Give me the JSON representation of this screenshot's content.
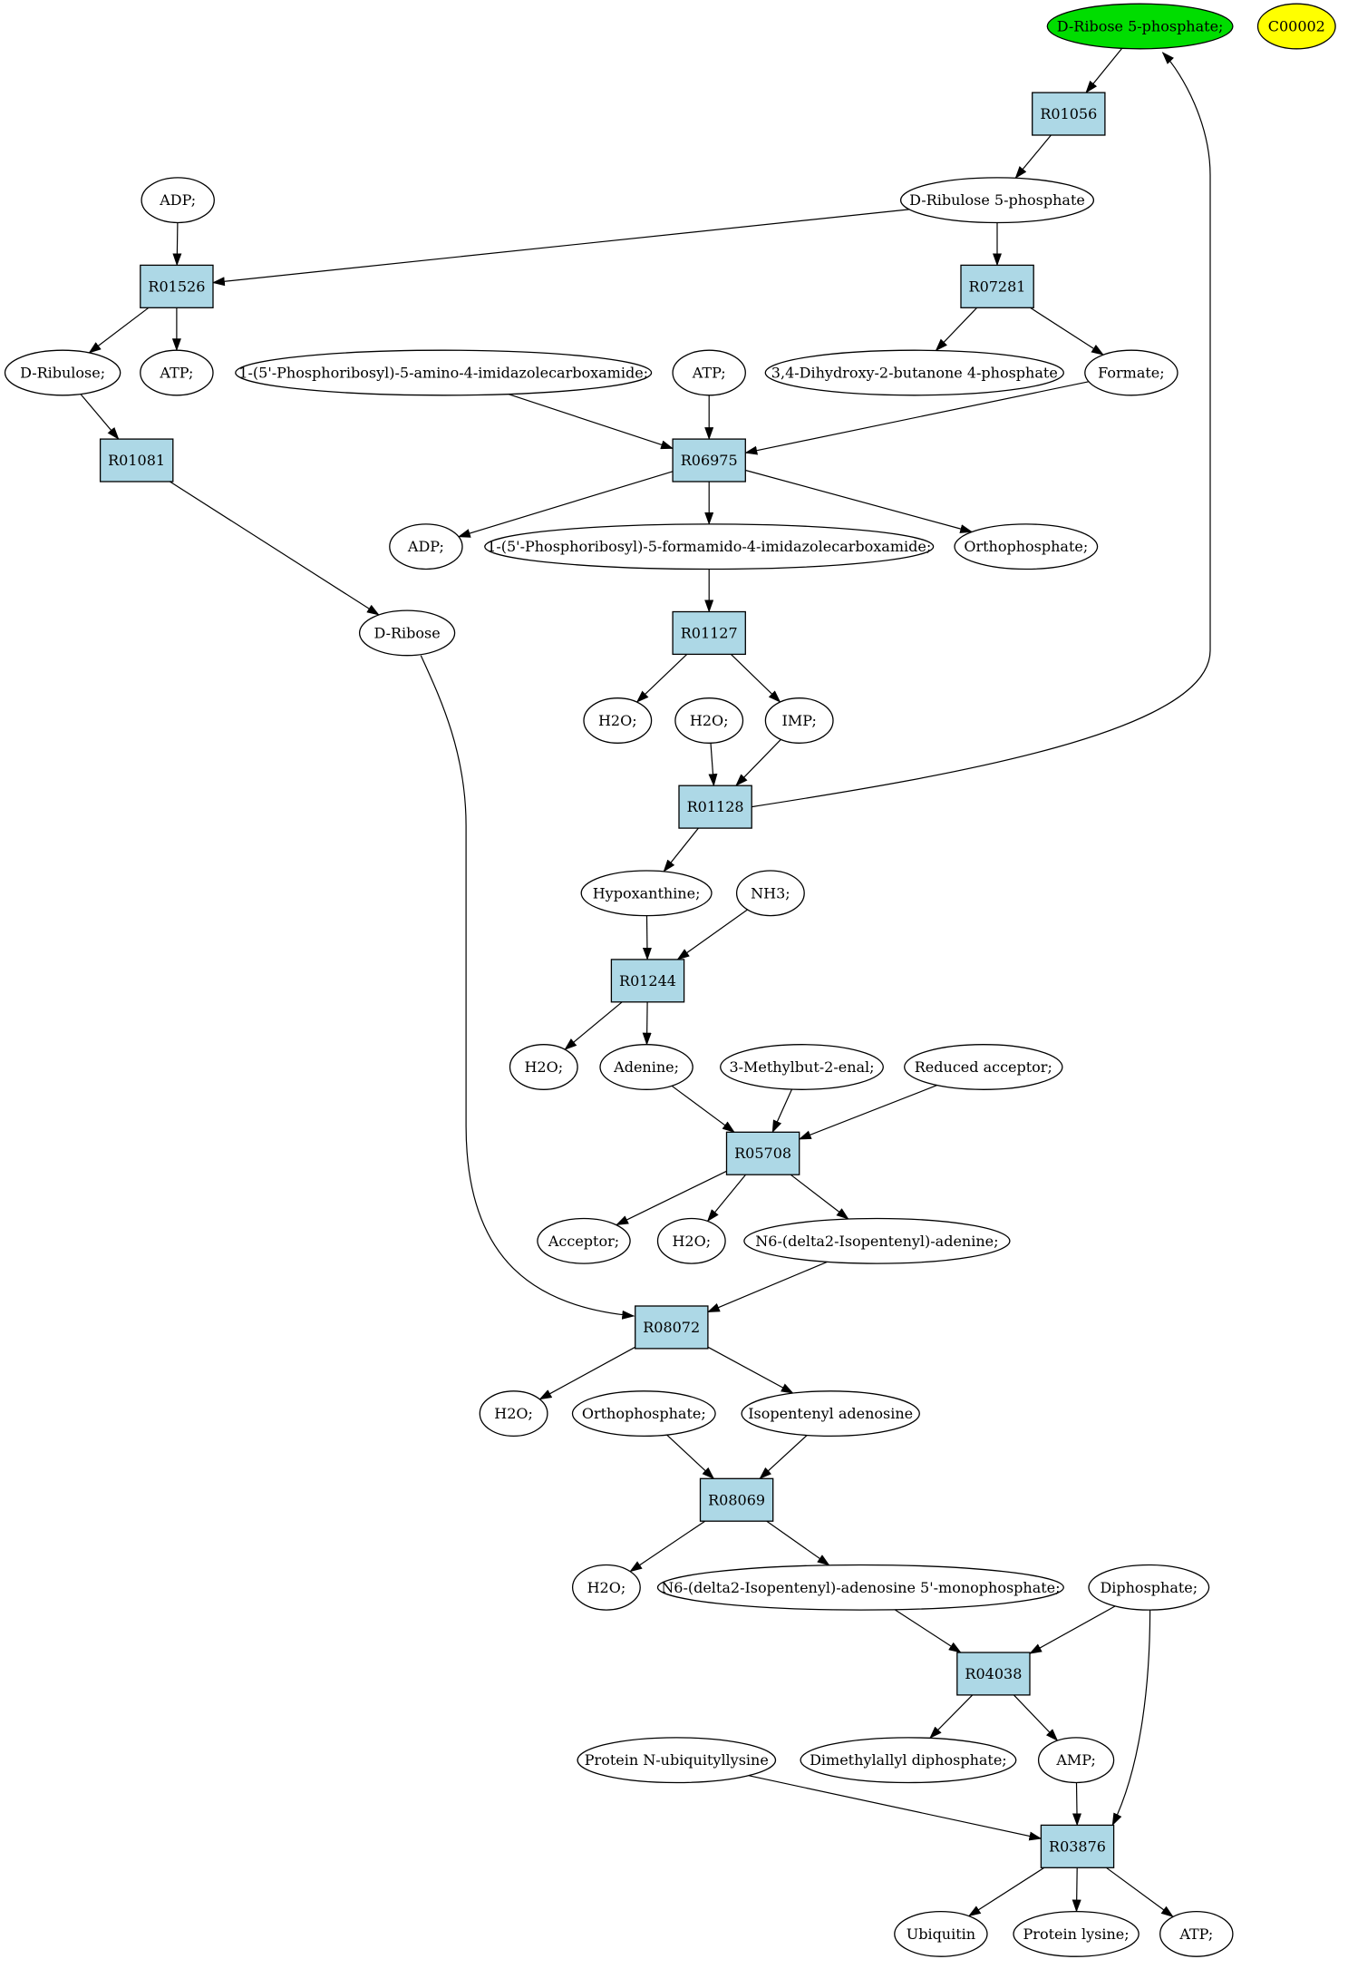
{
  "colors": {
    "reaction": "#add8e6",
    "start_compound": "#00dd00",
    "legend_compound": "#ffff00",
    "compound": "#ffffff",
    "line": "#000000"
  },
  "nodes": [
    {
      "id": "c_r5p",
      "kind": "start",
      "label": "D-Ribose 5-phosphate;"
    },
    {
      "id": "c_legend",
      "kind": "legend",
      "label": "C00002"
    },
    {
      "id": "R01056",
      "kind": "reaction",
      "label": "R01056"
    },
    {
      "id": "c_adp1",
      "kind": "compound",
      "label": "ADP;"
    },
    {
      "id": "c_ru5p",
      "kind": "compound",
      "label": "D-Ribulose 5-phosphate"
    },
    {
      "id": "R01526",
      "kind": "reaction",
      "label": "R01526"
    },
    {
      "id": "R07281",
      "kind": "reaction",
      "label": "R07281"
    },
    {
      "id": "c_dribulose",
      "kind": "compound",
      "label": "D-Ribulose;"
    },
    {
      "id": "c_atp1",
      "kind": "compound",
      "label": "ATP;"
    },
    {
      "id": "c_aicar",
      "kind": "compound",
      "label": "1-(5'-Phosphoribosyl)-5-amino-4-imidazolecarboxamide;"
    },
    {
      "id": "c_atp2",
      "kind": "compound",
      "label": "ATP;"
    },
    {
      "id": "c_dhbp",
      "kind": "compound",
      "label": "3,4-Dihydroxy-2-butanone 4-phosphate"
    },
    {
      "id": "c_formate",
      "kind": "compound",
      "label": "Formate;"
    },
    {
      "id": "R01081",
      "kind": "reaction",
      "label": "R01081"
    },
    {
      "id": "R06975",
      "kind": "reaction",
      "label": "R06975"
    },
    {
      "id": "c_adp2",
      "kind": "compound",
      "label": "ADP;"
    },
    {
      "id": "c_faicar",
      "kind": "compound",
      "label": "1-(5'-Phosphoribosyl)-5-formamido-4-imidazolecarboxamide;"
    },
    {
      "id": "c_pi1",
      "kind": "compound",
      "label": "Orthophosphate;"
    },
    {
      "id": "c_dribose",
      "kind": "compound",
      "label": "D-Ribose"
    },
    {
      "id": "R01127",
      "kind": "reaction",
      "label": "R01127"
    },
    {
      "id": "c_h2o1",
      "kind": "compound",
      "label": "H2O;"
    },
    {
      "id": "c_h2o2",
      "kind": "compound",
      "label": "H2O;"
    },
    {
      "id": "c_imp",
      "kind": "compound",
      "label": "IMP;"
    },
    {
      "id": "R01128",
      "kind": "reaction",
      "label": "R01128"
    },
    {
      "id": "c_hypox",
      "kind": "compound",
      "label": "Hypoxanthine;"
    },
    {
      "id": "c_nh3",
      "kind": "compound",
      "label": "NH3;"
    },
    {
      "id": "R01244",
      "kind": "reaction",
      "label": "R01244"
    },
    {
      "id": "c_h2o3",
      "kind": "compound",
      "label": "H2O;"
    },
    {
      "id": "c_adenine",
      "kind": "compound",
      "label": "Adenine;"
    },
    {
      "id": "c_methylbut",
      "kind": "compound",
      "label": "3-Methylbut-2-enal;"
    },
    {
      "id": "c_redacc",
      "kind": "compound",
      "label": "Reduced acceptor;"
    },
    {
      "id": "R05708",
      "kind": "reaction",
      "label": "R05708"
    },
    {
      "id": "c_acceptor",
      "kind": "compound",
      "label": "Acceptor;"
    },
    {
      "id": "c_h2o4",
      "kind": "compound",
      "label": "H2O;"
    },
    {
      "id": "c_n6ade",
      "kind": "compound",
      "label": "N6-(delta2-Isopentenyl)-adenine;"
    },
    {
      "id": "R08072",
      "kind": "reaction",
      "label": "R08072"
    },
    {
      "id": "c_h2o5",
      "kind": "compound",
      "label": "H2O;"
    },
    {
      "id": "c_pi2",
      "kind": "compound",
      "label": "Orthophosphate;"
    },
    {
      "id": "c_isoade",
      "kind": "compound",
      "label": "Isopentenyl adenosine"
    },
    {
      "id": "R08069",
      "kind": "reaction",
      "label": "R08069"
    },
    {
      "id": "c_h2o6",
      "kind": "compound",
      "label": "H2O;"
    },
    {
      "id": "c_n6amp",
      "kind": "compound",
      "label": "N6-(delta2-Isopentenyl)-adenosine 5'-monophosphate;"
    },
    {
      "id": "c_ppi",
      "kind": "compound",
      "label": "Diphosphate;"
    },
    {
      "id": "R04038",
      "kind": "reaction",
      "label": "R04038"
    },
    {
      "id": "c_ubilys",
      "kind": "compound",
      "label": "Protein N-ubiquityllysine"
    },
    {
      "id": "c_dmapp",
      "kind": "compound",
      "label": "Dimethylallyl diphosphate;"
    },
    {
      "id": "c_amp",
      "kind": "compound",
      "label": "AMP;"
    },
    {
      "id": "R03876",
      "kind": "reaction",
      "label": "R03876"
    },
    {
      "id": "c_ubiquitin",
      "kind": "compound",
      "label": "Ubiquitin"
    },
    {
      "id": "c_protlys",
      "kind": "compound",
      "label": "Protein lysine;"
    },
    {
      "id": "c_atp3",
      "kind": "compound",
      "label": "ATP;"
    }
  ],
  "edges": [
    [
      "c_r5p",
      "R01056"
    ],
    [
      "R01056",
      "c_ru5p"
    ],
    [
      "c_adp1",
      "R01526"
    ],
    [
      "c_ru5p",
      "R01526"
    ],
    [
      "c_ru5p",
      "R07281"
    ],
    [
      "R01526",
      "c_dribulose"
    ],
    [
      "R01526",
      "c_atp1"
    ],
    [
      "R07281",
      "c_dhbp"
    ],
    [
      "R07281",
      "c_formate"
    ],
    [
      "c_dribulose",
      "R01081"
    ],
    [
      "R01081",
      "c_dribose"
    ],
    [
      "c_aicar",
      "R06975"
    ],
    [
      "c_atp2",
      "R06975"
    ],
    [
      "c_formate",
      "R06975"
    ],
    [
      "R06975",
      "c_adp2"
    ],
    [
      "R06975",
      "c_faicar"
    ],
    [
      "R06975",
      "c_pi1"
    ],
    [
      "c_faicar",
      "R01127"
    ],
    [
      "R01127",
      "c_h2o1"
    ],
    [
      "R01127",
      "c_imp"
    ],
    [
      "c_h2o2",
      "R01128"
    ],
    [
      "c_imp",
      "R01128"
    ],
    [
      "R01128",
      "c_r5p"
    ],
    [
      "R01128",
      "c_hypox"
    ],
    [
      "c_hypox",
      "R01244"
    ],
    [
      "c_nh3",
      "R01244"
    ],
    [
      "R01244",
      "c_h2o3"
    ],
    [
      "R01244",
      "c_adenine"
    ],
    [
      "c_adenine",
      "R05708"
    ],
    [
      "c_methylbut",
      "R05708"
    ],
    [
      "c_redacc",
      "R05708"
    ],
    [
      "R05708",
      "c_acceptor"
    ],
    [
      "R05708",
      "c_h2o4"
    ],
    [
      "R05708",
      "c_n6ade"
    ],
    [
      "c_n6ade",
      "R08072"
    ],
    [
      "c_dribose",
      "R08072"
    ],
    [
      "R08072",
      "c_h2o5"
    ],
    [
      "R08072",
      "c_isoade"
    ],
    [
      "c_pi2",
      "R08069"
    ],
    [
      "c_isoade",
      "R08069"
    ],
    [
      "R08069",
      "c_h2o6"
    ],
    [
      "R08069",
      "c_n6amp"
    ],
    [
      "c_n6amp",
      "R04038"
    ],
    [
      "c_ppi",
      "R04038"
    ],
    [
      "R04038",
      "c_dmapp"
    ],
    [
      "R04038",
      "c_amp"
    ],
    [
      "c_ubilys",
      "R03876"
    ],
    [
      "c_amp",
      "R03876"
    ],
    [
      "c_ppi",
      "R03876"
    ],
    [
      "R03876",
      "c_ubiquitin"
    ],
    [
      "R03876",
      "c_protlys"
    ],
    [
      "R03876",
      "c_atp3"
    ]
  ]
}
